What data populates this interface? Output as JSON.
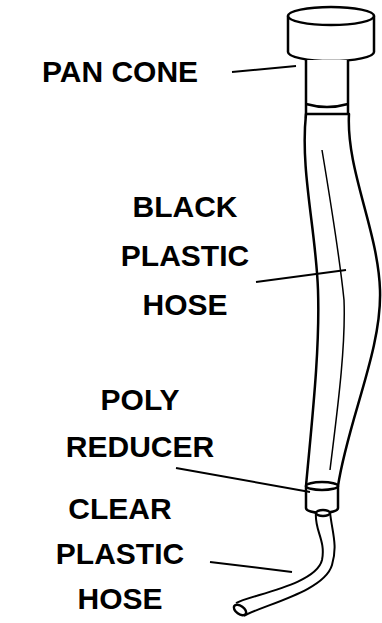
{
  "diagram": {
    "labels": [
      "PAN CONE",
      "BLACK PLASTIC HOSE",
      "POLY REDUCER",
      "CLEAR PLASTIC HOSE"
    ]
  }
}
